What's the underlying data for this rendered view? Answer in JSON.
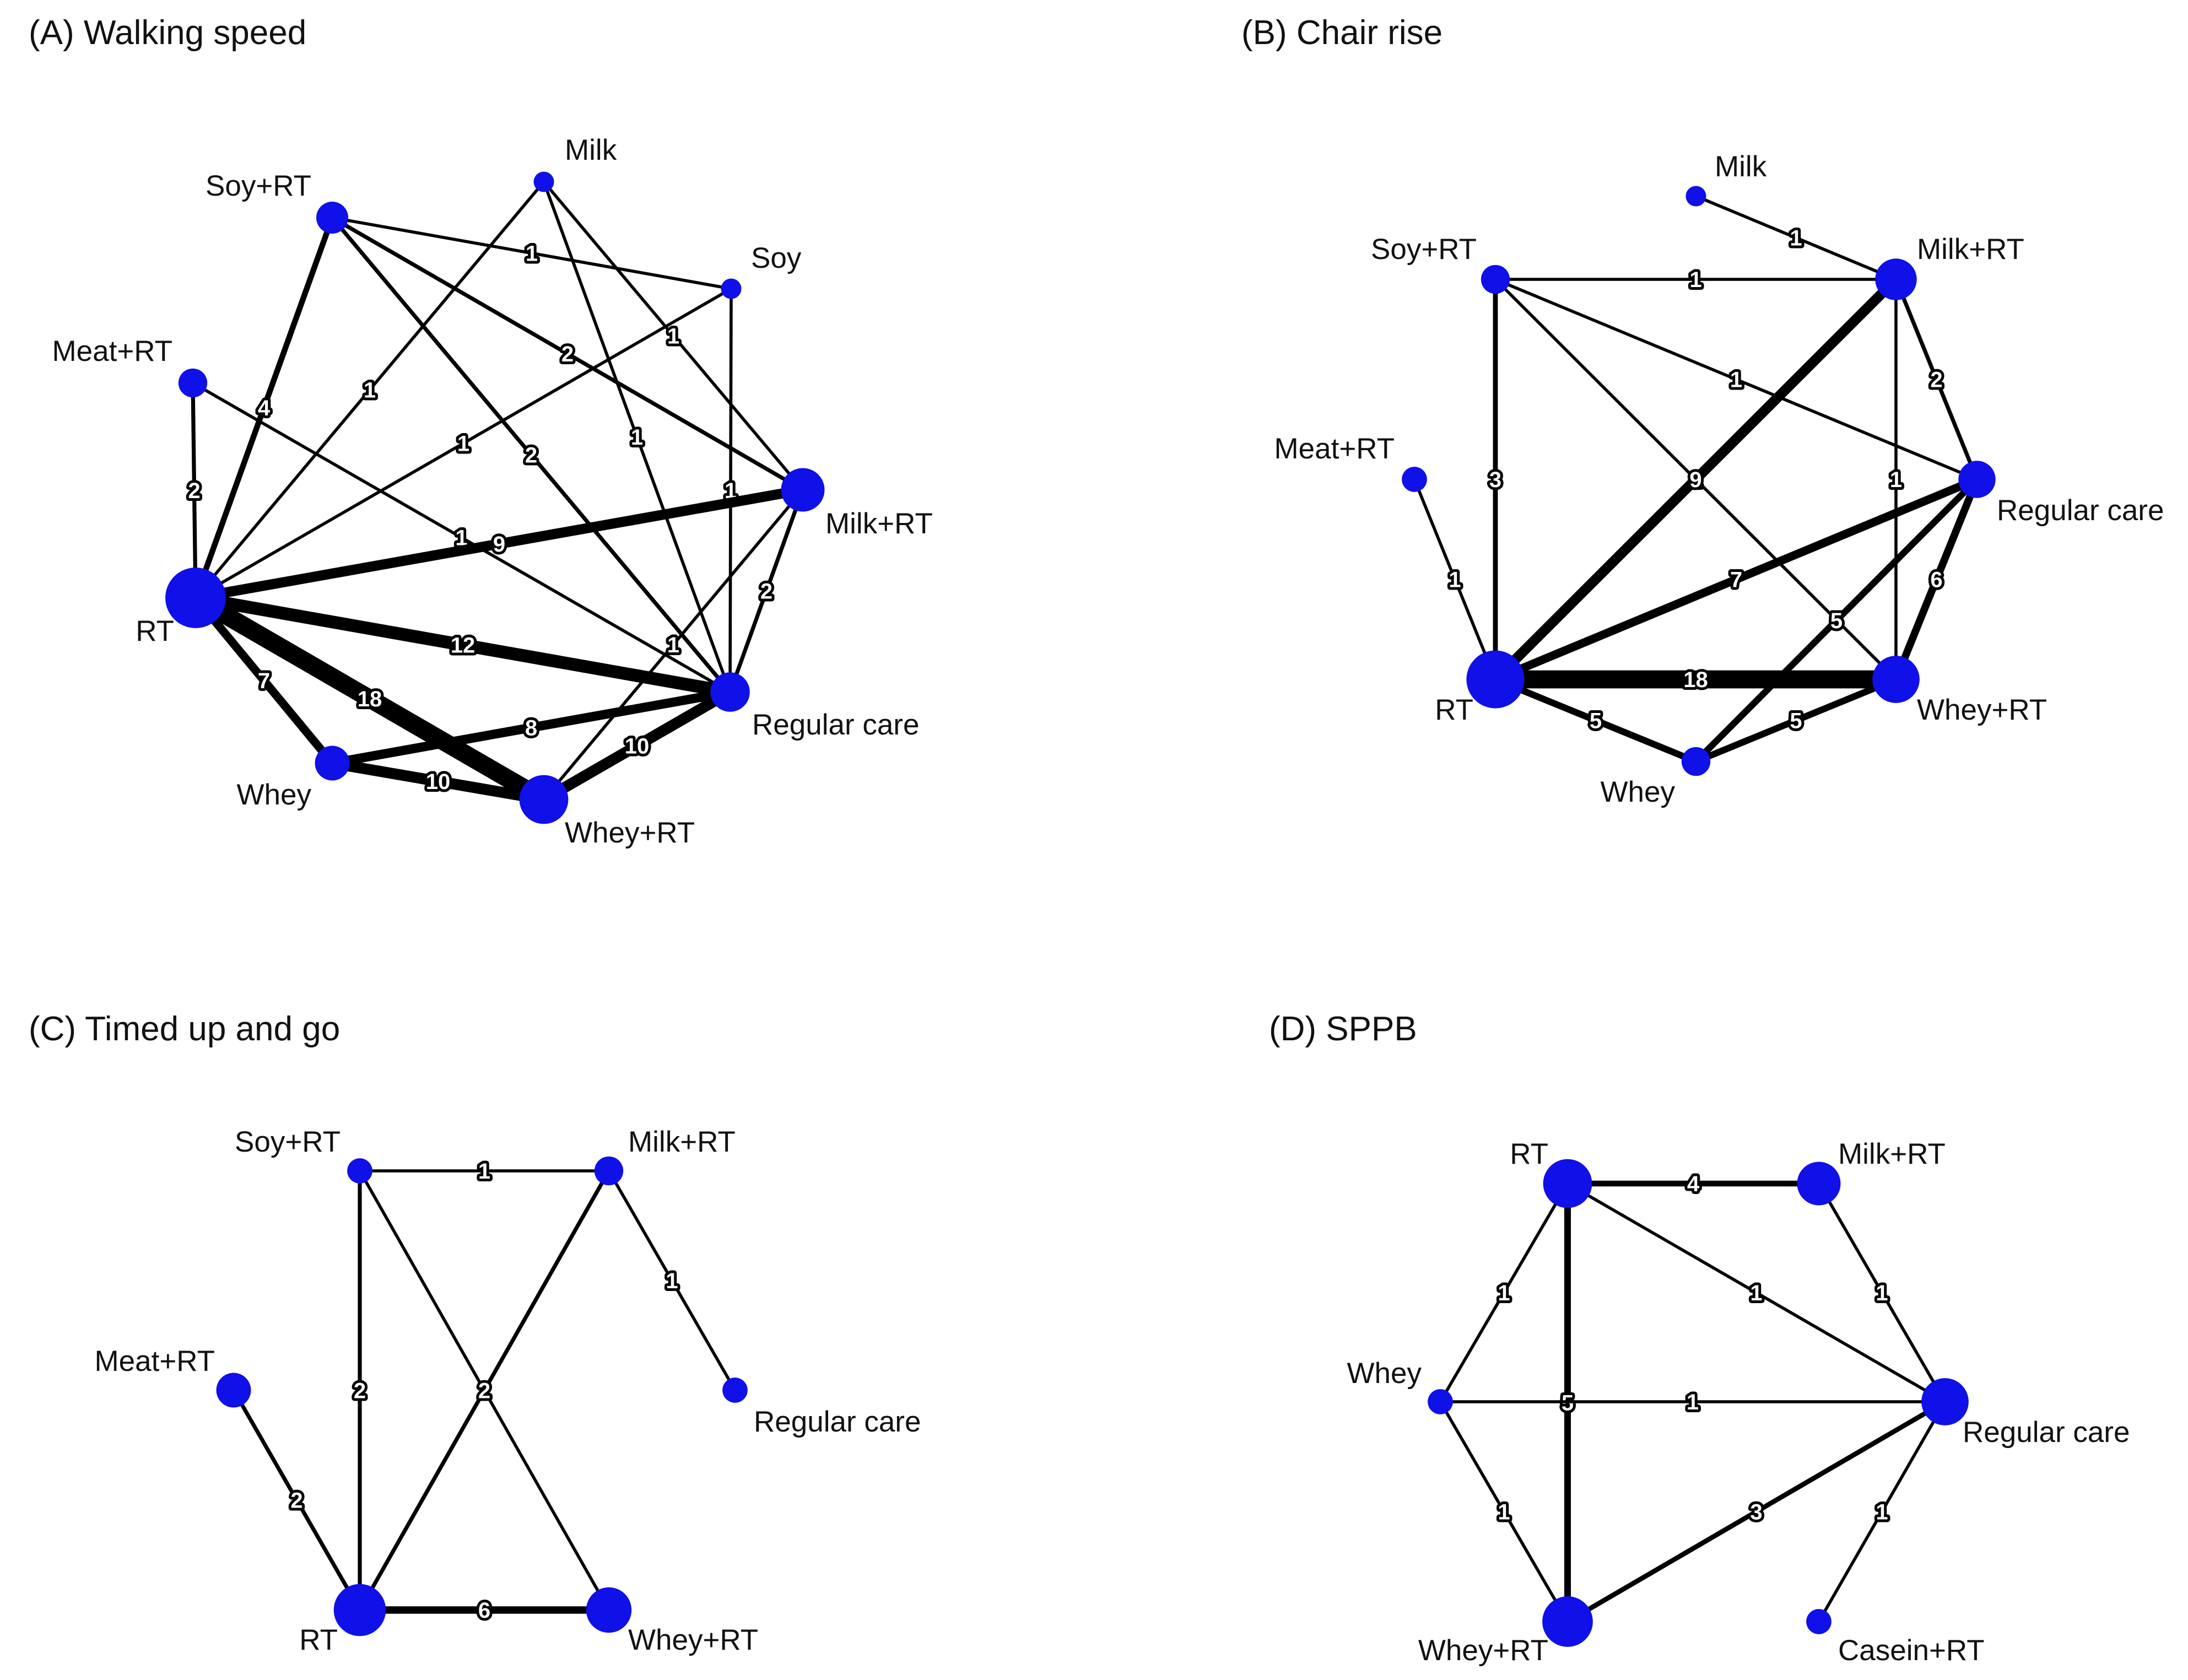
{
  "colors": {
    "node": "#1010e8",
    "edge": "#000000",
    "background": "#ffffff"
  },
  "panels": [
    {
      "id": "A",
      "title": "(A) Walking speed",
      "nodes": [
        {
          "id": "Milk",
          "label": "Milk",
          "size": 1
        },
        {
          "id": "Soy",
          "label": "Soy",
          "size": 1
        },
        {
          "id": "MilkRT",
          "label": "Milk+RT",
          "size": 9
        },
        {
          "id": "RegularCare",
          "label": "Regular care",
          "size": 7
        },
        {
          "id": "WheyRT",
          "label": "Whey+RT",
          "size": 12
        },
        {
          "id": "Whey",
          "label": "Whey",
          "size": 5
        },
        {
          "id": "RT",
          "label": "RT",
          "size": 20
        },
        {
          "id": "MeatRT",
          "label": "Meat+RT",
          "size": 3
        },
        {
          "id": "SoyRT",
          "label": "Soy+RT",
          "size": 4
        }
      ],
      "edges": [
        {
          "from": "SoyRT",
          "to": "Soy",
          "n": 1
        },
        {
          "from": "SoyRT",
          "to": "MilkRT",
          "n": 2
        },
        {
          "from": "SoyRT",
          "to": "RegularCare",
          "n": 2
        },
        {
          "from": "SoyRT",
          "to": "RT",
          "n": 4
        },
        {
          "from": "MeatRT",
          "to": "RT",
          "n": 2
        },
        {
          "from": "MeatRT",
          "to": "RegularCare",
          "n": 1
        },
        {
          "from": "Milk",
          "to": "RT",
          "n": 1
        },
        {
          "from": "Milk",
          "to": "RegularCare",
          "n": 1
        },
        {
          "from": "Milk",
          "to": "MilkRT",
          "n": 1
        },
        {
          "from": "Soy",
          "to": "RT",
          "n": 1
        },
        {
          "from": "Soy",
          "to": "RegularCare",
          "n": 1
        },
        {
          "from": "MilkRT",
          "to": "RT",
          "n": 9
        },
        {
          "from": "MilkRT",
          "to": "RegularCare",
          "n": 2
        },
        {
          "from": "MilkRT",
          "to": "WheyRT",
          "n": 1
        },
        {
          "from": "RT",
          "to": "RegularCare",
          "n": 12
        },
        {
          "from": "RT",
          "to": "WheyRT",
          "n": 18
        },
        {
          "from": "RT",
          "to": "Whey",
          "n": 7
        },
        {
          "from": "Whey",
          "to": "RegularCare",
          "n": 8
        },
        {
          "from": "Whey",
          "to": "WheyRT",
          "n": 10
        },
        {
          "from": "WheyRT",
          "to": "RegularCare",
          "n": 10
        }
      ]
    },
    {
      "id": "B",
      "title": "(B) Chair rise",
      "nodes": [
        {
          "id": "Milk",
          "label": "Milk",
          "size": 1
        },
        {
          "id": "MilkRT",
          "label": "Milk+RT",
          "size": 8
        },
        {
          "id": "RegularCare",
          "label": "Regular care",
          "size": 6
        },
        {
          "id": "WheyRT",
          "label": "Whey+RT",
          "size": 11
        },
        {
          "id": "Whey",
          "label": "Whey",
          "size": 3
        },
        {
          "id": "RT",
          "label": "RT",
          "size": 18
        },
        {
          "id": "MeatRT",
          "label": "Meat+RT",
          "size": 2
        },
        {
          "id": "SoyRT",
          "label": "Soy+RT",
          "size": 3
        }
      ],
      "edges": [
        {
          "from": "Milk",
          "to": "MilkRT",
          "n": 1
        },
        {
          "from": "SoyRT",
          "to": "MilkRT",
          "n": 1
        },
        {
          "from": "SoyRT",
          "to": "RegularCare",
          "n": 1
        },
        {
          "from": "SoyRT",
          "to": "WheyRT",
          "n": 1
        },
        {
          "from": "SoyRT",
          "to": "RT",
          "n": 3
        },
        {
          "from": "MeatRT",
          "to": "RT",
          "n": 1
        },
        {
          "from": "MilkRT",
          "to": "RT",
          "n": 9
        },
        {
          "from": "MilkRT",
          "to": "RegularCare",
          "n": 2
        },
        {
          "from": "MilkRT",
          "to": "WheyRT",
          "n": 1
        },
        {
          "from": "RT",
          "to": "RegularCare",
          "n": 7
        },
        {
          "from": "RT",
          "to": "WheyRT",
          "n": 18
        },
        {
          "from": "RT",
          "to": "Whey",
          "n": 5
        },
        {
          "from": "RegularCare",
          "to": "WheyRT",
          "n": 6
        },
        {
          "from": "RegularCare",
          "to": "Whey",
          "n": 5
        },
        {
          "from": "Whey",
          "to": "WheyRT",
          "n": 5
        }
      ]
    },
    {
      "id": "C",
      "title": "(C) Timed up and go",
      "nodes": [
        {
          "id": "SoyRT",
          "label": "Soy+RT",
          "size": 2
        },
        {
          "id": "MilkRT",
          "label": "Milk+RT",
          "size": 3
        },
        {
          "id": "MeatRT",
          "label": "Meat+RT",
          "size": 5
        },
        {
          "id": "RegularCare",
          "label": "Regular care",
          "size": 2
        },
        {
          "id": "RT",
          "label": "RT",
          "size": 14
        },
        {
          "id": "WheyRT",
          "label": "Whey+RT",
          "size": 10
        }
      ],
      "edges": [
        {
          "from": "SoyRT",
          "to": "MilkRT",
          "n": 1
        },
        {
          "from": "SoyRT",
          "to": "RT",
          "n": 2
        },
        {
          "from": "SoyRT",
          "to": "WheyRT",
          "n": 1
        },
        {
          "from": "MilkRT",
          "to": "RT",
          "n": 2
        },
        {
          "from": "MilkRT",
          "to": "RegularCare",
          "n": 1
        },
        {
          "from": "MeatRT",
          "to": "RT",
          "n": 2
        },
        {
          "from": "RT",
          "to": "WheyRT",
          "n": 6
        }
      ]
    },
    {
      "id": "D",
      "title": "(D) SPPB",
      "nodes": [
        {
          "id": "RT",
          "label": "RT",
          "size": 12
        },
        {
          "id": "MilkRT",
          "label": "Milk+RT",
          "size": 9
        },
        {
          "id": "Whey",
          "label": "Whey",
          "size": 2
        },
        {
          "id": "RegularCare",
          "label": "Regular care",
          "size": 11
        },
        {
          "id": "WheyRT",
          "label": "Whey+RT",
          "size": 13
        },
        {
          "id": "CaseinRT",
          "label": "Casein+RT",
          "size": 2
        }
      ],
      "edges": [
        {
          "from": "RT",
          "to": "MilkRT",
          "n": 4
        },
        {
          "from": "RT",
          "to": "Whey",
          "n": 1
        },
        {
          "from": "RT",
          "to": "RegularCare",
          "n": 1
        },
        {
          "from": "RT",
          "to": "WheyRT",
          "n": 5
        },
        {
          "from": "MilkRT",
          "to": "RegularCare",
          "n": 1
        },
        {
          "from": "Whey",
          "to": "RegularCare",
          "n": 1
        },
        {
          "from": "Whey",
          "to": "WheyRT",
          "n": 1
        },
        {
          "from": "WheyRT",
          "to": "RegularCare",
          "n": 3
        },
        {
          "from": "RegularCare",
          "to": "CaseinRT",
          "n": 1
        }
      ]
    }
  ]
}
